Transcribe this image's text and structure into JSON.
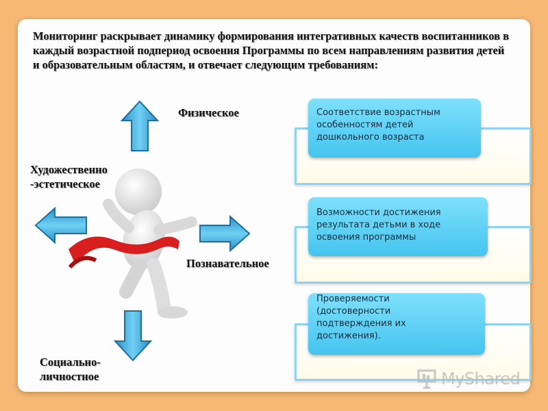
{
  "slide": {
    "heading": "Мониторинг раскрывает динамику формирования интегративных качеств воспитанников в каждый возрастной подпериод освоения Программы по всем  направлениям развития детей и образовательным  областям, и отвечает следующим требованиям:"
  },
  "directions": {
    "up": "Физическое",
    "left": "Художественно\n-эстетическое",
    "right": "Познавательное",
    "down": "Социально-\nличностное"
  },
  "requirements": [
    {
      "text": "Соответствие возрастным\nособенностям детей\nдошкольного возраста"
    },
    {
      "text": "Возможности достижения\nрезультата детьми в ходе\nосвоения программы"
    },
    {
      "text": "Проверяемости\n(достоверности\nподтверждения их\nдостижения)."
    }
  ],
  "watermark": {
    "text": "MyShared",
    "icon": "presentation-board-icon"
  },
  "colors": {
    "background": "#f6b873",
    "arrow_fill": "#46b6e6",
    "bubble": "#5fd2f7",
    "frame_border": "#8fd3f3",
    "ribbon": "#d81e1e"
  }
}
